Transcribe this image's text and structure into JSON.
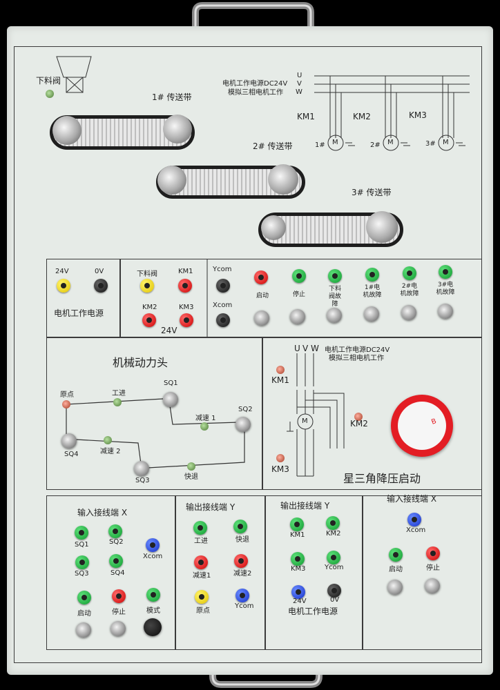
{
  "top": {
    "valve": "下料阀",
    "belt1": "1# 传送带",
    "belt2": "2# 传送带",
    "belt3": "3# 传送带",
    "power_line1": "电机工作电源DC24V",
    "power_line2": "模拟三相电机工作",
    "phases": [
      "U",
      "V",
      "W"
    ],
    "contactors": [
      "KM1",
      "KM2",
      "KM3"
    ],
    "motors": [
      "1#",
      "2#",
      "3#"
    ],
    "motor_symbol": "M"
  },
  "power": {
    "v24": "24V",
    "v0": "0V",
    "title": "电机工作电源"
  },
  "io": {
    "row1": [
      "下料阀",
      "KM1",
      "Ycom"
    ],
    "row2": [
      "KM2",
      "KM3",
      "Xcom"
    ],
    "v24": "24V",
    "right_labels": [
      "启动",
      "停止",
      "下料阀故障",
      "1#电机故障",
      "2#电机故障",
      "3#电机故障"
    ]
  },
  "mech": {
    "title": "机械动力头",
    "labels": [
      "原点",
      "工进",
      "SQ1",
      "减速 1",
      "SQ2",
      "SQ4",
      "减速 2",
      "SQ3",
      "快退"
    ]
  },
  "star": {
    "phases": [
      "U",
      "V",
      "W"
    ],
    "line1": "电机工作电源DC24V",
    "line2": "模拟三相电机工作",
    "km": [
      "KM1",
      "KM2",
      "KM3"
    ],
    "motor": "M",
    "title": "星三角降压启动",
    "knob": "B"
  },
  "bottom": {
    "s1": {
      "title": "输入接线端 X",
      "labels": [
        "SQ1",
        "SQ2",
        "Xcom",
        "SQ3",
        "SQ4",
        "启动",
        "停止",
        "模式"
      ]
    },
    "s2": {
      "title": "输出接线端 Y",
      "labels": [
        "工进",
        "快退",
        "减速1",
        "减速2",
        "原点",
        "Ycom"
      ]
    },
    "s3": {
      "title": "输出接线端 Y",
      "labels": [
        "KM1",
        "KM2",
        "KM3",
        "Ycom",
        "24V",
        "0V"
      ],
      "footer": "电机工作电源"
    },
    "s4": {
      "title": "输入接线端 X",
      "labels": [
        "Xcom",
        "启动",
        "停止"
      ]
    }
  },
  "colors": {
    "panel": "#e6ebe7",
    "knob": "#e31d24"
  }
}
